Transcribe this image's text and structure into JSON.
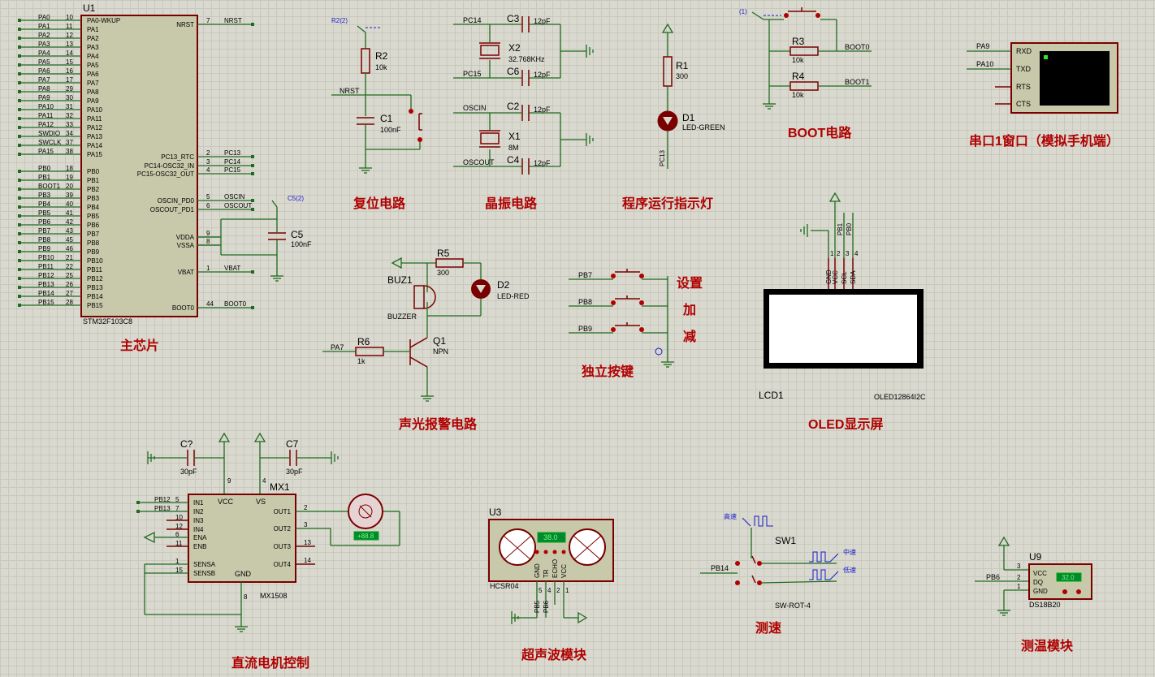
{
  "sections": {
    "main_chip": "主芯片",
    "reset": "复位电路",
    "crystal": "晶振电路",
    "indicator": "程序运行指示灯",
    "boot": "BOOT电路",
    "uart": "串口1窗口（模拟手机端）",
    "alarm": "声光报警电路",
    "buttons": "独立按键",
    "oled": "OLED显示屏",
    "motor": "直流电机控制",
    "ultrasonic": "超声波模块",
    "speed": "测速",
    "temp": "测温模块"
  },
  "mcu": {
    "ref": "U1",
    "part": "STM32F103C8",
    "left_pins": [
      {
        "net": "PA0",
        "num": "10",
        "name": "PA0-WKUP"
      },
      {
        "net": "PA1",
        "num": "11",
        "name": "PA1"
      },
      {
        "net": "PA2",
        "num": "12",
        "name": "PA2"
      },
      {
        "net": "PA3",
        "num": "13",
        "name": "PA3"
      },
      {
        "net": "PA4",
        "num": "14",
        "name": "PA4"
      },
      {
        "net": "PA5",
        "num": "15",
        "name": "PA5"
      },
      {
        "net": "PA6",
        "num": "16",
        "name": "PA6"
      },
      {
        "net": "PA7",
        "num": "17",
        "name": "PA7"
      },
      {
        "net": "PA8",
        "num": "29",
        "name": "PA8"
      },
      {
        "net": "PA9",
        "num": "30",
        "name": "PA9"
      },
      {
        "net": "PA10",
        "num": "31",
        "name": "PA10"
      },
      {
        "net": "PA11",
        "num": "32",
        "name": "PA11"
      },
      {
        "net": "PA12",
        "num": "33",
        "name": "PA12"
      },
      {
        "net": "SWDIO",
        "num": "34",
        "name": "PA13"
      },
      {
        "net": "SWCLK",
        "num": "37",
        "name": "PA14"
      },
      {
        "net": "PA15",
        "num": "38",
        "name": "PA15"
      },
      {
        "net": "PB0",
        "num": "18",
        "name": "PB0"
      },
      {
        "net": "PB1",
        "num": "19",
        "name": "PB1"
      },
      {
        "net": "BOOT1",
        "num": "20",
        "name": "PB2"
      },
      {
        "net": "PB3",
        "num": "39",
        "name": "PB3"
      },
      {
        "net": "PB4",
        "num": "40",
        "name": "PB4"
      },
      {
        "net": "PB5",
        "num": "41",
        "name": "PB5"
      },
      {
        "net": "PB6",
        "num": "42",
        "name": "PB6"
      },
      {
        "net": "PB7",
        "num": "43",
        "name": "PB7"
      },
      {
        "net": "PB8",
        "num": "45",
        "name": "PB8"
      },
      {
        "net": "PB9",
        "num": "46",
        "name": "PB9"
      },
      {
        "net": "PB10",
        "num": "21",
        "name": "PB10"
      },
      {
        "net": "PB11",
        "num": "22",
        "name": "PB11"
      },
      {
        "net": "PB12",
        "num": "25",
        "name": "PB12"
      },
      {
        "net": "PB13",
        "num": "26",
        "name": "PB13"
      },
      {
        "net": "PB14",
        "num": "27",
        "name": "PB14"
      },
      {
        "net": "PB15",
        "num": "28",
        "name": "PB15"
      }
    ],
    "right_pins": [
      {
        "num": "7",
        "name": "NRST",
        "net": "NRST"
      },
      {
        "num": "2",
        "name": "PC13_RTC",
        "net": "PC13"
      },
      {
        "num": "3",
        "name": "PC14-OSC32_IN",
        "net": "PC14"
      },
      {
        "num": "4",
        "name": "PC15-OSC32_OUT",
        "net": "PC15"
      },
      {
        "num": "5",
        "name": "OSCIN_PD0",
        "net": "OSCIN"
      },
      {
        "num": "6",
        "name": "OSCOUT_PD1",
        "net": "OSCOUT"
      },
      {
        "num": "9",
        "name": "VDDA",
        "net": ""
      },
      {
        "num": "8",
        "name": "VSSA",
        "net": ""
      },
      {
        "num": "1",
        "name": "VBAT",
        "net": "VBAT"
      },
      {
        "num": "44",
        "name": "BOOT0",
        "net": "BOOT0"
      }
    ]
  },
  "reset": {
    "r_ref": "R2",
    "r_val": "10k",
    "c_ref": "C1",
    "c_val": "100nF",
    "net": "NRST",
    "probe": "R2(2)"
  },
  "crystal": {
    "pc14": "PC14",
    "pc15": "PC15",
    "oscin": "OSCIN",
    "oscout": "OSCOUT",
    "c3": "C3",
    "c3v": "12pF",
    "c6": "C6",
    "c6v": "12pF",
    "x2": "X2",
    "x2v": "32.768KHz",
    "c2": "C2",
    "c2v": "12pF",
    "c4": "C4",
    "c4v": "12pF",
    "x1": "X1",
    "x1v": "8M"
  },
  "indicator": {
    "r": "R1",
    "rv": "300",
    "d": "D1",
    "dv": "LED-GREEN",
    "net": "PC13"
  },
  "boot": {
    "probe": "(1)",
    "r3": "R3",
    "r3v": "10k",
    "r4": "R4",
    "r4v": "10k",
    "n0": "BOOT0",
    "n1": "BOOT1"
  },
  "uart": {
    "rxd_net": "PA9",
    "txd_net": "PA10",
    "pins": [
      "RXD",
      "TXD",
      "RTS",
      "CTS"
    ]
  },
  "cap5": {
    "ref": "C5",
    "val": "100nF",
    "probe": "C5(2)"
  },
  "alarm": {
    "r5": "R5",
    "r5v": "300",
    "d2": "D2",
    "d2v": "LED-RED",
    "buz": "BUZ1",
    "buzv": "BUZZER",
    "r6": "R6",
    "r6v": "1k",
    "q": "Q1",
    "qv": "NPN",
    "net": "PA7"
  },
  "buttons": {
    "nets": [
      "PB7",
      "PB8",
      "PB9"
    ],
    "labels": [
      "设置",
      "加",
      "减"
    ]
  },
  "oled": {
    "ref": "LCD1",
    "part": "OLED12864I2C",
    "pins": [
      "GND",
      "VCC",
      "SCL",
      "SDA"
    ],
    "nums": [
      "1",
      "2",
      "3",
      "4"
    ],
    "nets": [
      "PB1",
      "PB0"
    ]
  },
  "motor": {
    "ref": "MX1",
    "part": "MX1508",
    "c_left": "C?",
    "c_left_v": "30pF",
    "c_right": "C7",
    "c_right_v": "30pF",
    "vcc_num": "9",
    "vs_num": "4",
    "gnd_num": "8",
    "left": [
      {
        "net": "PB12",
        "num": "5",
        "name": "IN1"
      },
      {
        "net": "PB13",
        "num": "7",
        "name": "IN2"
      },
      {
        "net": "",
        "num": "10",
        "name": "IN3"
      },
      {
        "net": "",
        "num": "12",
        "name": "IN4"
      },
      {
        "net": "",
        "num": "6",
        "name": "ENA"
      },
      {
        "net": "",
        "num": "11",
        "name": "ENB"
      },
      {
        "net": "",
        "num": "1",
        "name": "SENSA"
      },
      {
        "net": "",
        "num": "15",
        "name": "SENSB"
      }
    ],
    "right": [
      {
        "num": "2",
        "name": "OUT1"
      },
      {
        "num": "3",
        "name": "OUT2"
      },
      {
        "num": "13",
        "name": "OUT3"
      },
      {
        "num": "14",
        "name": "OUT4"
      }
    ],
    "gnd": "GND",
    "vcc": "VCC",
    "vs": "VS",
    "motor_display": "+88.8"
  },
  "ultrasonic": {
    "ref": "U3",
    "part": "HCSR04",
    "display": "38.0",
    "pins": [
      "GND",
      "TR",
      "ECHO",
      "VCC"
    ],
    "nums": [
      "5",
      "4",
      "2",
      "1"
    ],
    "nets": [
      "PB5",
      "PB6"
    ]
  },
  "speed": {
    "ref": "SW1",
    "part": "SW-ROT-4",
    "net": "PB14",
    "high": "高速",
    "mid": "中速",
    "low": "低速"
  },
  "temp": {
    "ref": "U9",
    "part": "DS18B20",
    "display": "32.0",
    "net": "PB6",
    "pins": [
      "VCC",
      "DQ",
      "GND"
    ],
    "nums": [
      "3",
      "2",
      "1"
    ]
  }
}
